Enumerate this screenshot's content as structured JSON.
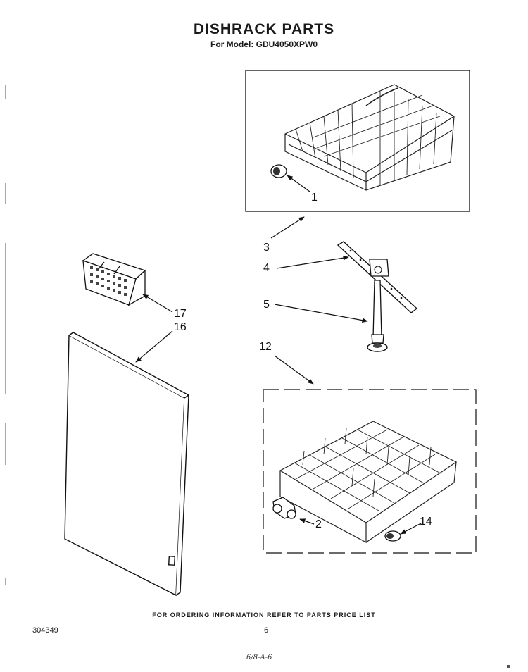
{
  "header": {
    "title": "DISHRACK PARTS",
    "subtitle": "For Model: GDU4050XPW0"
  },
  "callouts": {
    "c1": "1",
    "c2": "2",
    "c3": "3",
    "c4": "4",
    "c5": "5",
    "c12": "12",
    "c14": "14",
    "c16": "16",
    "c17": "17"
  },
  "footer": {
    "ordering_note": "FOR ORDERING INFORMATION REFER TO PARTS PRICE LIST",
    "doc_code": "304349",
    "page_number": "6",
    "handwritten": "6/8-A-6"
  }
}
